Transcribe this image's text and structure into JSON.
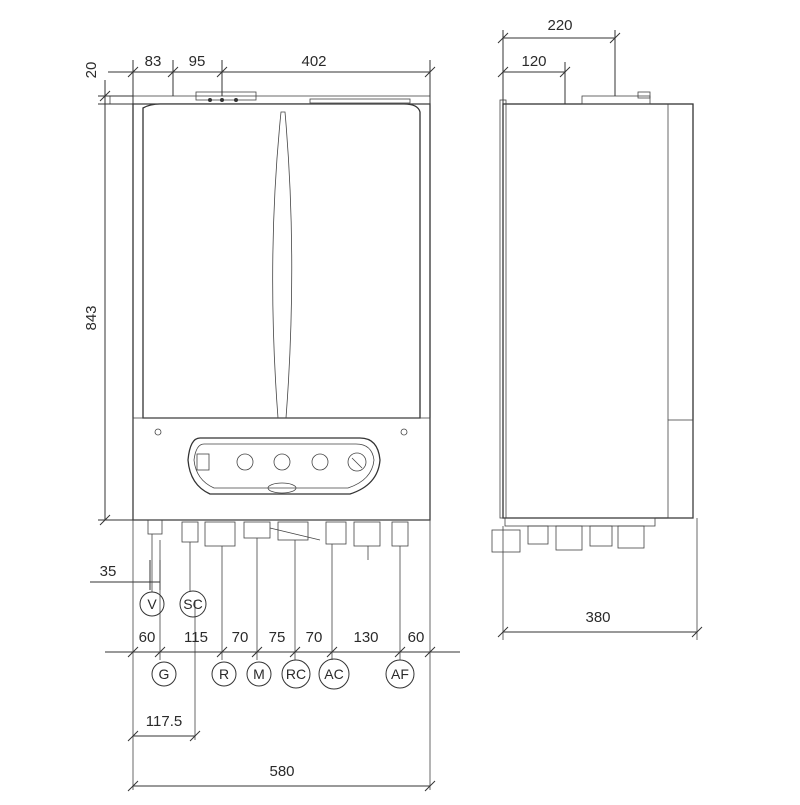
{
  "front": {
    "top_dims": [
      "83",
      "95",
      "402"
    ],
    "left_dims": [
      "20",
      "843"
    ],
    "left_small_dim": "35",
    "bottom_row_dims": [
      "60",
      "115",
      "70",
      "75",
      "70",
      "130",
      "60"
    ],
    "total_width": "580",
    "offset_dim": "117.5",
    "connections_upper": [
      "V",
      "SC"
    ],
    "connections_lower": [
      "G",
      "R",
      "M",
      "RC",
      "AC",
      "AF"
    ]
  },
  "side": {
    "top_dims": [
      "220",
      "120"
    ],
    "depth": "380"
  }
}
